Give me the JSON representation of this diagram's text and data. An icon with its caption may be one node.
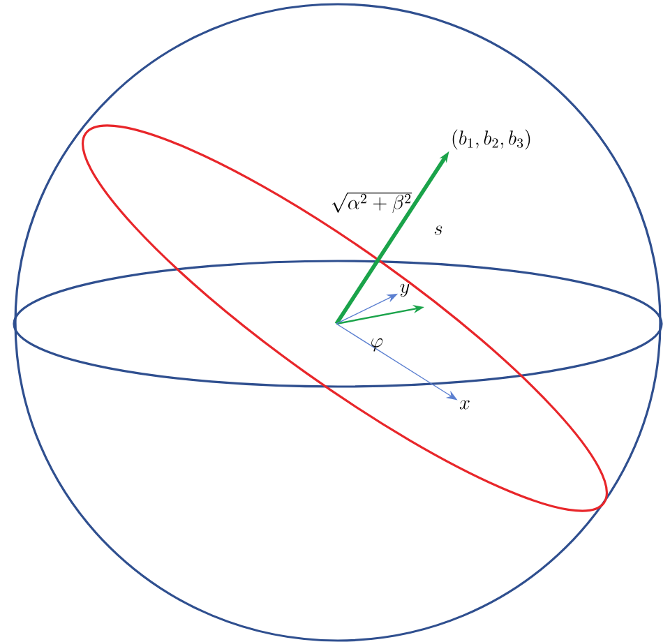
{
  "diagram": {
    "nodes": [
      {
        "text": [
          "(b_1, b_2, b_3)"
        ]
      },
      {
        "text": [
          "y"
        ]
      },
      {
        "text": [
          "x"
        ]
      }
    ],
    "edges": [
      {
        "from": null,
        "to": 0,
        "arrow": "to",
        "style": "thick",
        "color": "#1aa34a"
      },
      {
        "from": null,
        "to": 1,
        "arrow": "to"
      },
      {
        "from": null,
        "to": 2,
        "arrow": "to"
      }
    ],
    "labels": [
      "\\sqrt{\\alpha^2+\\beta^2}",
      "s",
      "\\varphi"
    ]
  }
}
